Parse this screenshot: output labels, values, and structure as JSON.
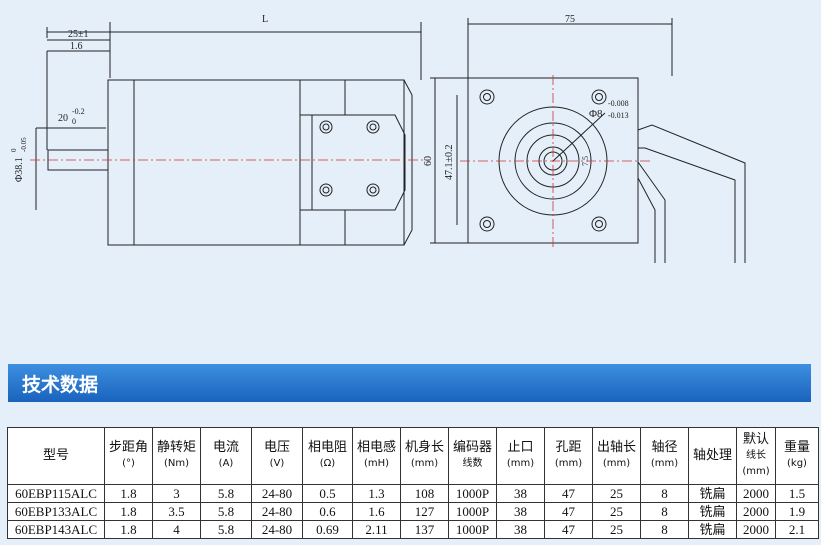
{
  "drawing": {
    "dim_L": "L",
    "dim_25": "25±1",
    "dim_1_6": "1.6",
    "dim_20_main": "20",
    "dim_20_sup": "-0.2",
    "dim_20_sub": "0",
    "dim_38_main": "Φ38.1",
    "dim_38_sup": "0",
    "dim_38_sub": "-0.05",
    "dim_75": "75",
    "dim_60": "60",
    "dim_47": "47.1±0.2",
    "dim_phi8": "Φ8",
    "dim_phi8_sup": "-0.008",
    "dim_phi8_sub": "-0.013",
    "dim_7": "7.5"
  },
  "section": {
    "title": "技术数据"
  },
  "table": {
    "headers": [
      {
        "label": "型号",
        "unit": ""
      },
      {
        "label": "步距角",
        "unit": "(°)"
      },
      {
        "label": "静转矩",
        "unit": "(Nm)"
      },
      {
        "label": "电流",
        "unit": "(A)"
      },
      {
        "label": "电压",
        "unit": "(V)"
      },
      {
        "label": "相电阻",
        "unit": "(Ω)"
      },
      {
        "label": "相电感",
        "unit": "(mH)"
      },
      {
        "label": "机身长",
        "unit": "(mm)"
      },
      {
        "label": "编码器",
        "unit": "线数"
      },
      {
        "label": "止口",
        "unit": "(mm)"
      },
      {
        "label": "孔距",
        "unit": "(mm)"
      },
      {
        "label": "出轴长",
        "unit": "(mm)"
      },
      {
        "label": "轴径",
        "unit": "(mm)"
      },
      {
        "label": "轴处理",
        "unit": ""
      },
      {
        "label": "默认",
        "unit": "线长 (mm)"
      },
      {
        "label": "重量",
        "unit": "(kg)"
      }
    ],
    "rows": [
      [
        "60EBP115ALC",
        "1.8",
        "3",
        "5.8",
        "24-80",
        "0.5",
        "1.3",
        "108",
        "1000P",
        "38",
        "47",
        "25",
        "8",
        "铣扁",
        "2000",
        "1.5"
      ],
      [
        "60EBP133ALC",
        "1.8",
        "3.5",
        "5.8",
        "24-80",
        "0.6",
        "1.6",
        "127",
        "1000P",
        "38",
        "47",
        "25",
        "8",
        "铣扁",
        "2000",
        "1.9"
      ],
      [
        "60EBP143ALC",
        "1.8",
        "4",
        "5.8",
        "24-80",
        "0.69",
        "2.11",
        "137",
        "1000P",
        "38",
        "47",
        "25",
        "8",
        "铣扁",
        "2000",
        "2.1"
      ]
    ]
  }
}
